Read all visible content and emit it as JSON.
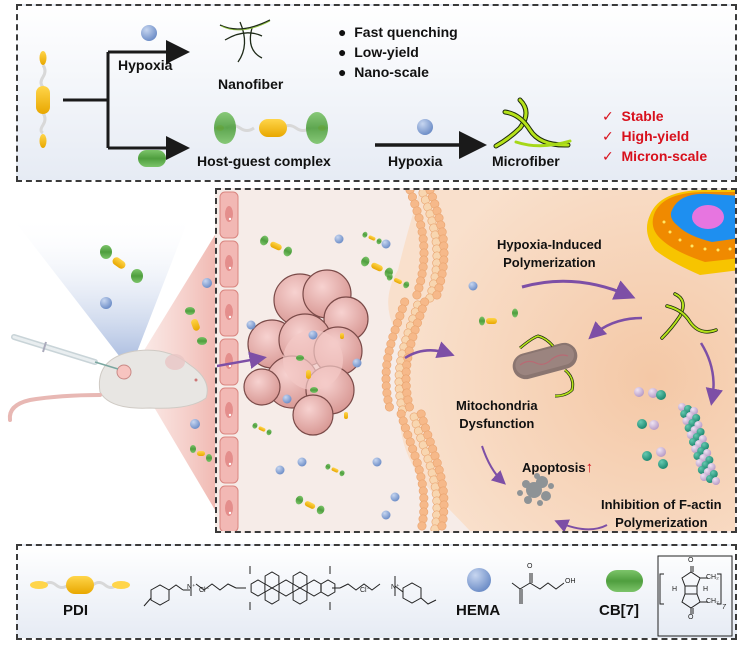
{
  "figure": {
    "top_panel": {
      "upper_branch": {
        "condition_label": "Hypoxia",
        "product_label": "Nanofiber",
        "properties": [
          "Fast quenching",
          "Low-yield",
          "Nano-scale"
        ]
      },
      "lower_branch": {
        "intermediate_label": "Host-guest complex",
        "condition_label": "Hypoxia",
        "product_label": "Microfiber",
        "properties": [
          "Stable",
          "High-yield",
          "Micron-scale"
        ],
        "check_glyph": "✓"
      }
    },
    "middle_panel": {
      "process_label": "Hypoxia-Induced Polymerization",
      "process_label_lines": [
        "Hypoxia-Induced",
        "Polymerization"
      ],
      "mito_label_lines": [
        "Mitochondria",
        "Dysfunction"
      ],
      "apoptosis_label": "Apoptosis",
      "apoptosis_arrow": "↑",
      "factin_label_lines": [
        "Inhibition of F-actin",
        "Polymerization"
      ]
    },
    "bottom_panel": {
      "legend": [
        {
          "label": "PDI",
          "icon": "pdi-dumbbell-icon"
        },
        {
          "label": "HEMA",
          "icon": "hema-sphere-icon"
        },
        {
          "label": "CB[7]",
          "icon": "cb7-capsule-icon"
        }
      ],
      "chem": {
        "cl_minus": "Cl⁻",
        "n_plus": "N⁺",
        "oh": "OH",
        "o": "O",
        "n": "N",
        "h": "H",
        "ch2": "CH₂",
        "sub7": "7"
      }
    },
    "colors": {
      "pdi_yellow": "#f2b90f",
      "hema_blue": "#8aa6d8",
      "cb7_green": "#5aa84a",
      "fiber_green": "#a6d818",
      "arrow_purple": "#7d4fa6",
      "red_text": "#d8101c",
      "cell_peach": "#f6d7bd",
      "tissue_pink": "#f4dcd8"
    }
  }
}
